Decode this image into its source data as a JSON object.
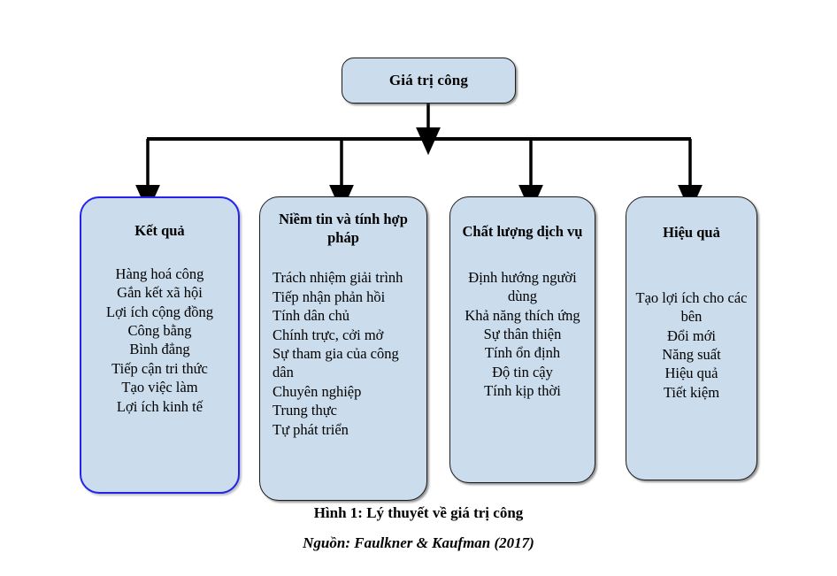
{
  "figure": {
    "root": {
      "label": "Giá trị công"
    },
    "branches": [
      {
        "id": "ket-qua",
        "title": "Kết quả",
        "align": "center",
        "items": [
          "Hàng hoá công",
          "Gắn kết xã hội",
          "Lợi ích cộng đồng",
          "Công bằng",
          "Bình đẳng",
          "Tiếp cận tri thức",
          "Tạo việc làm",
          "Lợi ích kinh tế"
        ]
      },
      {
        "id": "niem-tin-va-tinh-hop-phap",
        "title": "Niềm tin và tính hợp pháp",
        "align": "left",
        "items": [
          "Trách nhiệm giải trình",
          "Tiếp nhận phản hồi",
          "Tính dân chủ",
          "Chính trực, cởi mở",
          "Sự tham gia của công dân",
          "Chuyên nghiệp",
          "Trung thực",
          "Tự phát triển"
        ]
      },
      {
        "id": "chat-luong-dich-vu",
        "title": "Chất lượng dịch vụ",
        "align": "center",
        "items": [
          "Định hướng người dùng",
          "Khả năng thích ứng",
          "Sự thân thiện",
          "Tính ổn định",
          "Độ tin cậy",
          "Tính kịp thời"
        ]
      },
      {
        "id": "hieu-qua",
        "title": "Hiệu quả",
        "align": "center",
        "items": [
          "Tạo lợi ích cho các bên",
          "Đổi mới",
          "Năng suất",
          "Hiệu quả",
          "Tiết kiệm"
        ]
      }
    ],
    "caption": "Hình 1: Lý thuyết về giá trị công",
    "source": "Nguồn: Faulkner & Kaufman (2017)"
  },
  "style": {
    "box_fill": "#cbdcec",
    "box_border": "#1b1b1b",
    "highlight_border": "#2323ee",
    "connector_color": "#000000",
    "background": "#ffffff"
  }
}
